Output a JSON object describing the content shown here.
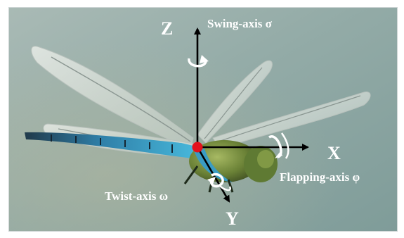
{
  "axes": {
    "z": {
      "letter": "Z",
      "name": "Swing-axis σ"
    },
    "x": {
      "letter": "X",
      "name": "Flapping-axis φ"
    },
    "y": {
      "letter": "Y",
      "name": "Twist-axis ω"
    }
  },
  "colors": {
    "axis": "#000000",
    "origin": "#e4101b",
    "label": "#ffffff",
    "body_blue": "#3aa3c8",
    "thorax_green": "#6f8f3a",
    "background": "#9db3b0"
  },
  "icons": {
    "rotation": "curved-rotation-arrow-icon",
    "origin": "red-origin-dot"
  }
}
